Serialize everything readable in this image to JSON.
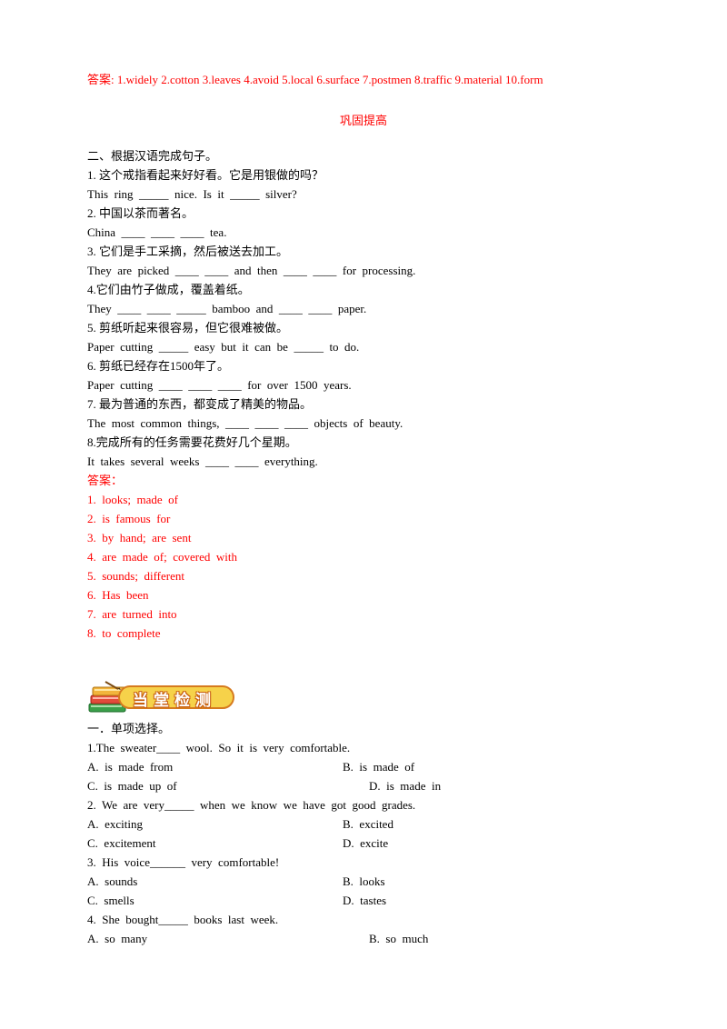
{
  "top_answer": "答案: 1.widely 2.cotton 3.leaves 4.avoid 5.local 6.surface 7.postmen 8.traffic 9.material 10.form",
  "section_title": "巩固提高",
  "part2": {
    "heading": "二、根据汉语完成句子。",
    "items": [
      {
        "cn": "1. 这个戒指看起来好好看。它是用银做的吗？",
        "en": "This  ring  _____  nice.  Is  it  _____  silver?"
      },
      {
        "cn": "2. 中国以茶而著名。",
        "en": "China  ____  ____  ____  tea."
      },
      {
        "cn": "3. 它们是手工采摘，然后被送去加工。",
        "en": "They  are  picked  ____  ____  and  then  ____  ____  for  processing."
      },
      {
        "cn": "4.它们由竹子做成，覆盖着纸。",
        "en": "They  ____  ____  _____  bamboo  and  ____  ____  paper."
      },
      {
        "cn": "5. 剪纸听起来很容易，但它很难被做。",
        "en": "Paper  cutting  _____  easy  but  it  can  be  _____  to  do."
      },
      {
        "cn": "6. 剪纸已经存在1500年了。",
        "en": "Paper  cutting  ____  ____  ____  for  over  1500  years."
      },
      {
        "cn": "7. 最为普通的东西，都变成了精美的物品。",
        "en": "The  most  common  things,  ____  ____  ____  objects  of  beauty."
      },
      {
        "cn": "8.完成所有的任务需要花费好几个星期。",
        "en": "It  takes  several  weeks  ____  ____  everything."
      }
    ],
    "answer_label": "答案：",
    "answers": [
      "1.  looks;  made  of",
      "2.  is  famous  for",
      "3.  by  hand;  are  sent",
      "4.  are  made  of;  covered  with",
      "5.  sounds;  different",
      "6.  Has  been",
      "7.  are  turned  into",
      "8.  to  complete"
    ]
  },
  "banner_text": "当堂检测",
  "part1": {
    "heading": "一．单项选择。",
    "questions": [
      {
        "q": "1.The  sweater____  wool.  So  it  is  very  comfortable.",
        "a": "A.  is  made  from",
        "b": "B.  is  made  of",
        "c": "C.  is  made  up  of",
        "d": "D.  is  made  in"
      },
      {
        "q": "2.  We  are  very_____  when  we  know  we  have  got  good  grades.",
        "a": "A.  exciting",
        "b": "B.  excited",
        "c": "C.  excitement",
        "d": "D.  excite"
      },
      {
        "q": "3.  His  voice______  very  comfortable!",
        "a": "A.  sounds",
        "b": "B.  looks",
        "c": "C.  smells",
        "d": "D.  tastes"
      },
      {
        "q": "4.  She  bought_____  books  last  week.",
        "a": "A.  so  many",
        "b": "B.  so  much"
      }
    ]
  },
  "colors": {
    "answer_red": "#ff0000",
    "banner_yellow": "#f6d24a",
    "banner_orange": "#d67a1e"
  }
}
